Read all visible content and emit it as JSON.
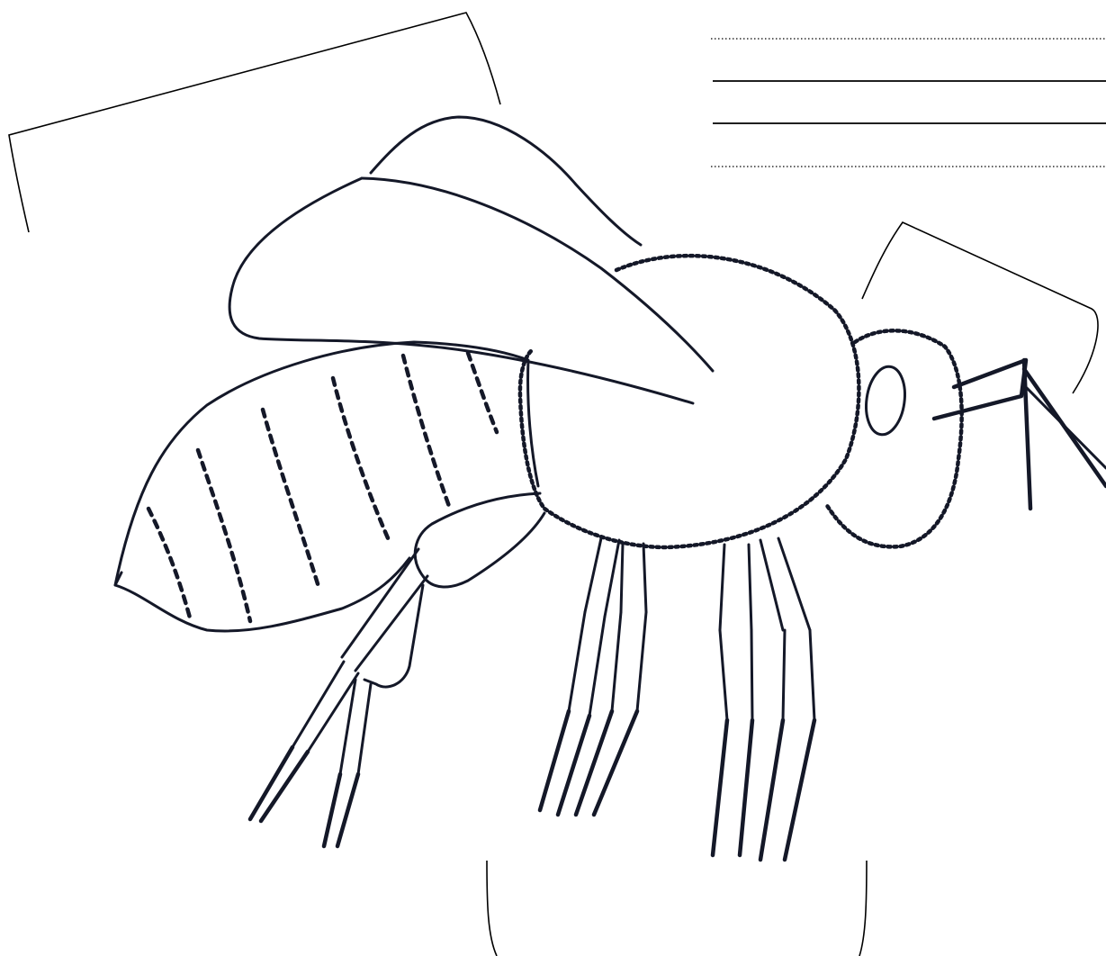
{
  "figure": {
    "subject_icon": "bee-icon",
    "ink_color": "#141828",
    "background_color": "#ffffff"
  },
  "answer_blanks": [
    {
      "style": "dotted"
    },
    {
      "style": "solid"
    },
    {
      "style": "solid"
    },
    {
      "style": "dotted"
    }
  ],
  "label_brackets": [
    {
      "target": "wings"
    },
    {
      "target": "head"
    },
    {
      "target": "legs"
    }
  ]
}
